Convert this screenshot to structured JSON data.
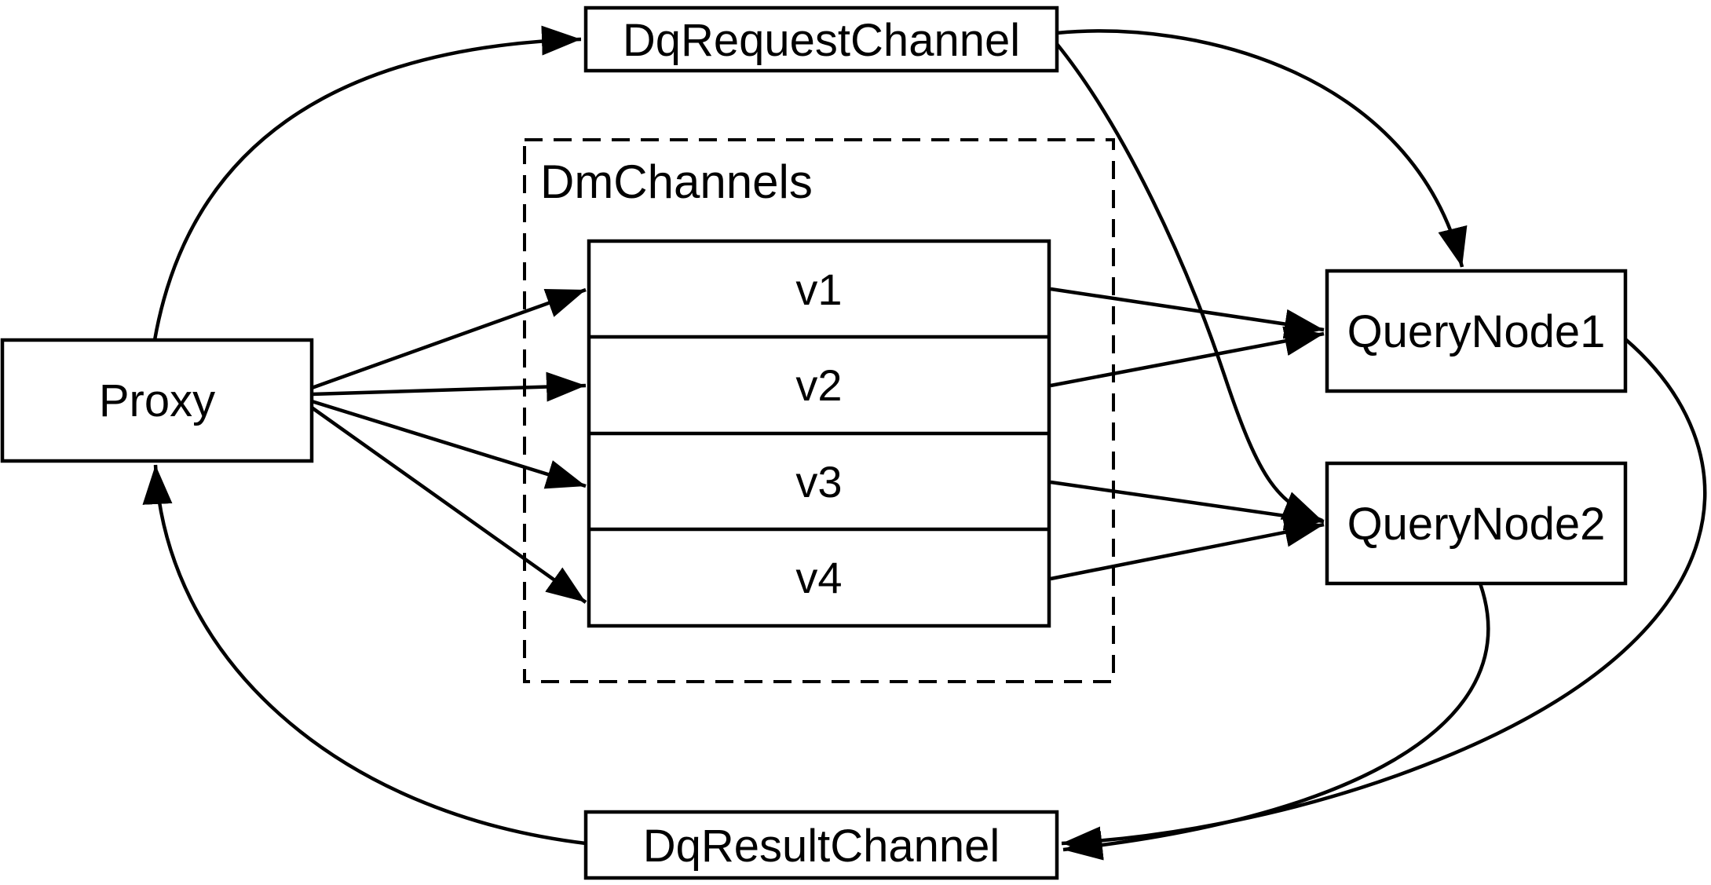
{
  "diagram": {
    "colors": {
      "background": "#ffffff",
      "stroke": "#000000",
      "text": "#000000"
    },
    "nodes": {
      "proxy": {
        "label": "Proxy"
      },
      "dq_request_channel": {
        "label": "DqRequestChannel"
      },
      "dq_result_channel": {
        "label": "DqResultChannel"
      },
      "query_node_1": {
        "label": "QueryNode1"
      },
      "query_node_2": {
        "label": "QueryNode2"
      },
      "dm_channels": {
        "label": "DmChannels",
        "channels": [
          {
            "label": "v1"
          },
          {
            "label": "v2"
          },
          {
            "label": "v3"
          },
          {
            "label": "v4"
          }
        ]
      }
    },
    "edges": [
      {
        "from": "Proxy",
        "to": "DqRequestChannel"
      },
      {
        "from": "DqRequestChannel",
        "to": "QueryNode1"
      },
      {
        "from": "DqRequestChannel",
        "to": "QueryNode2"
      },
      {
        "from": "Proxy",
        "to": "v1"
      },
      {
        "from": "Proxy",
        "to": "v2"
      },
      {
        "from": "Proxy",
        "to": "v3"
      },
      {
        "from": "Proxy",
        "to": "v4"
      },
      {
        "from": "v1",
        "to": "QueryNode1"
      },
      {
        "from": "v2",
        "to": "QueryNode1"
      },
      {
        "from": "v3",
        "to": "QueryNode2"
      },
      {
        "from": "v4",
        "to": "QueryNode2"
      },
      {
        "from": "QueryNode1",
        "to": "DqResultChannel"
      },
      {
        "from": "QueryNode2",
        "to": "DqResultChannel"
      },
      {
        "from": "DqResultChannel",
        "to": "Proxy"
      }
    ]
  }
}
